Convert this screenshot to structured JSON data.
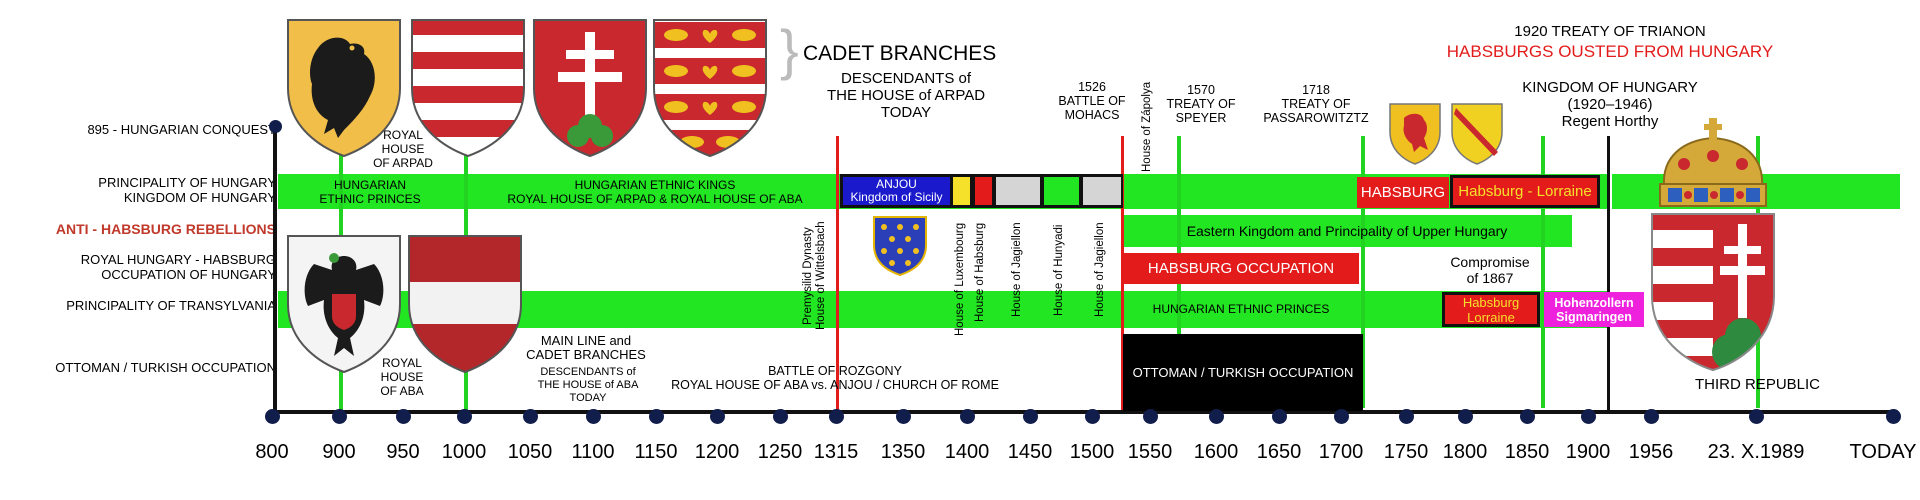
{
  "rows": {
    "conquest": "895 - HUNGARIAN CONQUEST",
    "principality_1": "PRINCIPALITY OF HUNGARY",
    "principality_2": "KINGDOM OF HUNGARY",
    "anti": "ANTI  -  HABSBURG REBELLIONS",
    "royal_1": "ROYAL HUNGARY - HABSBURG",
    "royal_2": "OCCUPATION OF HUNGARY",
    "transylvania": "PRINCIPALITY OF TRANSYLVANIA",
    "ottoman": "OTTOMAN / TURKISH OCCUPATION"
  },
  "header": {
    "cadet": "CADET BRANCHES",
    "desc_1": "DESCENDANTS of",
    "desc_2": "THE HOUSE of  ARPAD",
    "desc_3": "TODAY",
    "mohacs_1": "1526",
    "mohacs_2": "BATTLE OF",
    "mohacs_3": "MOHACS",
    "zapolya": "House of Zápolya",
    "speyer_1": "1570",
    "speyer_2": "TREATY OF",
    "speyer_3": "SPEYER",
    "passa_1": "1718",
    "passa_2": "TREATY OF",
    "passa_3": "PASSAROWITZTZ",
    "trianon_1": "1920 TREATY OF TRIANON",
    "trianon_2": "HABSBURGS OUSTED FROM HUNGARY",
    "koh_1": "KINGDOM OF HUNGARY",
    "koh_2": "(1920–1946)",
    "koh_3": "Regent Horthy"
  },
  "labels": {
    "royal_arpad_1": "ROYAL",
    "royal_arpad_2": "HOUSE",
    "royal_arpad_3": "OF ARPAD",
    "ethnic_princes_1": "HUNGARIAN",
    "ethnic_princes_2": "ETHNIC PRINCES",
    "ethnic_kings_1": "HUNGARIAN ETHNIC KINGS",
    "ethnic_kings_2": "ROYAL  HOUSE OF ARPAD   &   ROYAL HOUSE OF ABA",
    "anjou_1": "ANJOU",
    "anjou_2": "Kingdom of Sicily",
    "premysl_1": "Premysilid Dynasty",
    "premysl_2": "House of Wittelsbach",
    "luxembourg": "House of Luxembourg",
    "habsburg_v": "House of Habsburg",
    "jagiellon_1": "House of Jagiellon",
    "hunyadi": "House of Hunyadi",
    "jagiellon_2": "House of Jagiellon",
    "eastern": "Eastern Kingdom and Principality of Upper Hungary",
    "habsburg_occ": "HABSBURG OCCUPATION",
    "hung_ethnic_princes": "HUNGARIAN ETHNIC PRINCES",
    "compromise_1": "Compromise",
    "compromise_2": "of 1867",
    "habsburg": "HABSBURG",
    "habsburg_lorraine": "Habsburg - Lorraine",
    "habsburg_lorraine2_1": "Habsburg",
    "habsburg_lorraine2_2": "Lorraine",
    "hohenzollern_1": "Hohenzollern",
    "hohenzollern_2": "Sigmaringen",
    "ottoman_occ": "OTTOMAN / TURKISH  OCCUPATION",
    "royal_aba_1": "ROYAL",
    "royal_aba_2": "HOUSE",
    "royal_aba_3": "OF ABA",
    "mainline_1": "MAIN LINE and",
    "mainline_2": "CADET BRANCHES",
    "desc_aba_1": "DESCENDANTS of",
    "desc_aba_2": "THE HOUSE of ABA",
    "desc_aba_3": "TODAY",
    "rozgony_1": "BATTLE OF ROZGONY",
    "rozgony_2": "ROYAL HOUSE OF ABA vs. ANJOU / CHURCH OF ROME",
    "third_republic": "THIRD REPUBLIC"
  },
  "axis": [
    "800",
    "900",
    "950",
    "1000",
    "1050",
    "1100",
    "1150",
    "1200",
    "1250",
    "1315",
    "1350",
    "1400",
    "1450",
    "1500",
    "1550",
    "1600",
    "1650",
    "1700",
    "1750",
    "1800",
    "1850",
    "1900",
    "1956",
    "23. X.1989",
    "TODAY"
  ],
  "colors": {
    "band": "#22e622",
    "red": "#e31b1b",
    "navy": "#111d4a",
    "anjou_blue": "#1a1acc",
    "magenta": "#ee22dd",
    "dark_red": "#a51b1b",
    "yellow": "#f5e02a"
  },
  "icons": [
    "eagle-shield-icon",
    "arpad-stripes-shield-icon",
    "double-cross-shield-icon",
    "lions-hearts-shield-icon",
    "aba-eagle-shield-icon",
    "aba-red-white-shield-icon",
    "anjou-fleur-de-lis-shield-icon",
    "lion-shield-icon",
    "lorraine-shield-icon",
    "holy-crown-icon",
    "coat-of-arms-icon"
  ]
}
